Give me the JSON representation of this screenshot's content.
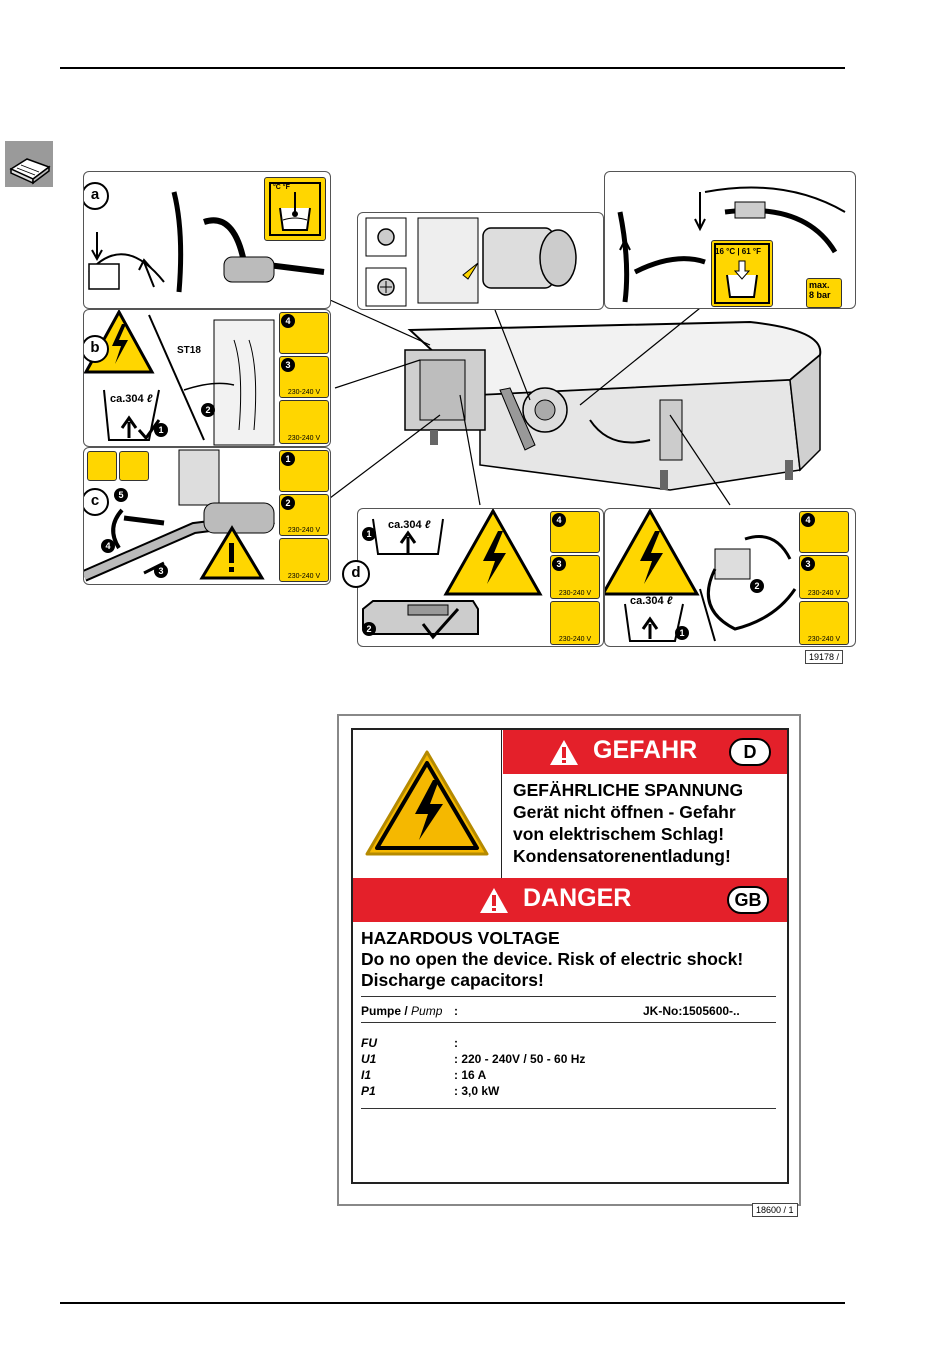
{
  "figure_top": {
    "panel_letters": [
      "a",
      "b",
      "c",
      "d"
    ],
    "temp_label_a": "°C   °F",
    "temp_range": "16 °C | 61 °F",
    "pressure": "max.\n8 bar",
    "connector": "ST18",
    "volume": "ca.304",
    "volume_unit": "ℓ",
    "voltage": "230-240 V",
    "steps": [
      "1",
      "2",
      "3",
      "4",
      "5"
    ],
    "figure_number": "19178 /"
  },
  "label": {
    "de_header": "GEFAHR",
    "de_country": "D",
    "de_lines": [
      "GEFÄHRLICHE SPANNUNG",
      "Gerät nicht öffnen  -  Gefahr",
      "von elektrischem Schlag!",
      "Kondensatorenentladung!"
    ],
    "gb_header": "DANGER",
    "gb_country": "GB",
    "gb_lines": [
      "HAZARDOUS VOLTAGE",
      "Do no open the device. Risk of electric shock!",
      "Discharge capacitors!"
    ],
    "pump_label": "Pumpe /",
    "pump_label_en": "Pump",
    "pump_colon": ":",
    "jk_no": "JK-No:1505600-..",
    "specs": [
      {
        "key": "FU",
        "value": ":"
      },
      {
        "key": "U1",
        "value": ": 220 - 240V / 50 - 60 Hz"
      },
      {
        "key": "I1",
        "value": ": 16 A"
      },
      {
        "key": "P1",
        "value": ": 3,0 kW"
      }
    ],
    "figure_number": "18600 / 1"
  }
}
